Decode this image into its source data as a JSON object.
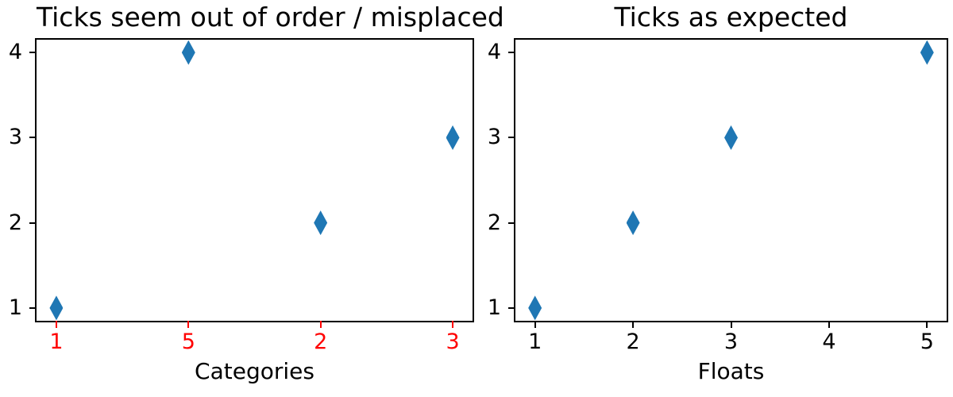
{
  "figure": {
    "background": "#ffffff",
    "spine_color": "#000000",
    "marker_color": "#1f77b4",
    "highlight_tick_color": "#ff0000"
  },
  "chart_data": [
    {
      "type": "scatter",
      "title": "Ticks seem out of order / misplaced",
      "xlabel": "Categories",
      "ylabel": "",
      "x_axis_type": "categorical",
      "categories": [
        "1",
        "5",
        "2",
        "3"
      ],
      "x": [
        0,
        1,
        2,
        3
      ],
      "y": [
        1,
        4,
        2,
        3
      ],
      "xticks": [
        0,
        1,
        2,
        3
      ],
      "xtick_labels": [
        "1",
        "5",
        "2",
        "3"
      ],
      "yticks": [
        1,
        2,
        3,
        4
      ],
      "ytick_labels": [
        "1",
        "2",
        "3",
        "4"
      ],
      "xlim": [
        -0.15,
        3.15
      ],
      "ylim": [
        0.85,
        4.15
      ],
      "grid": false,
      "legend": null,
      "marker": "thin-diamond",
      "marker_color": "#1f77b4",
      "xtick_color": "#ff0000",
      "xtick_label_color": "#ff0000",
      "ytick_color": "#000000",
      "ytick_label_color": "#000000"
    },
    {
      "type": "scatter",
      "title": "Ticks as expected",
      "xlabel": "Floats",
      "ylabel": "",
      "x_axis_type": "numeric",
      "x": [
        1,
        5,
        2,
        3
      ],
      "y": [
        1,
        4,
        2,
        3
      ],
      "xticks": [
        1,
        2,
        3,
        4,
        5
      ],
      "xtick_labels": [
        "1",
        "2",
        "3",
        "4",
        "5"
      ],
      "yticks": [
        1,
        2,
        3,
        4
      ],
      "ytick_labels": [
        "1",
        "2",
        "3",
        "4"
      ],
      "xlim": [
        0.8,
        5.2
      ],
      "ylim": [
        0.85,
        4.15
      ],
      "grid": false,
      "legend": null,
      "marker": "thin-diamond",
      "marker_color": "#1f77b4",
      "xtick_color": "#000000",
      "xtick_label_color": "#000000",
      "ytick_color": "#000000",
      "ytick_label_color": "#000000"
    }
  ]
}
